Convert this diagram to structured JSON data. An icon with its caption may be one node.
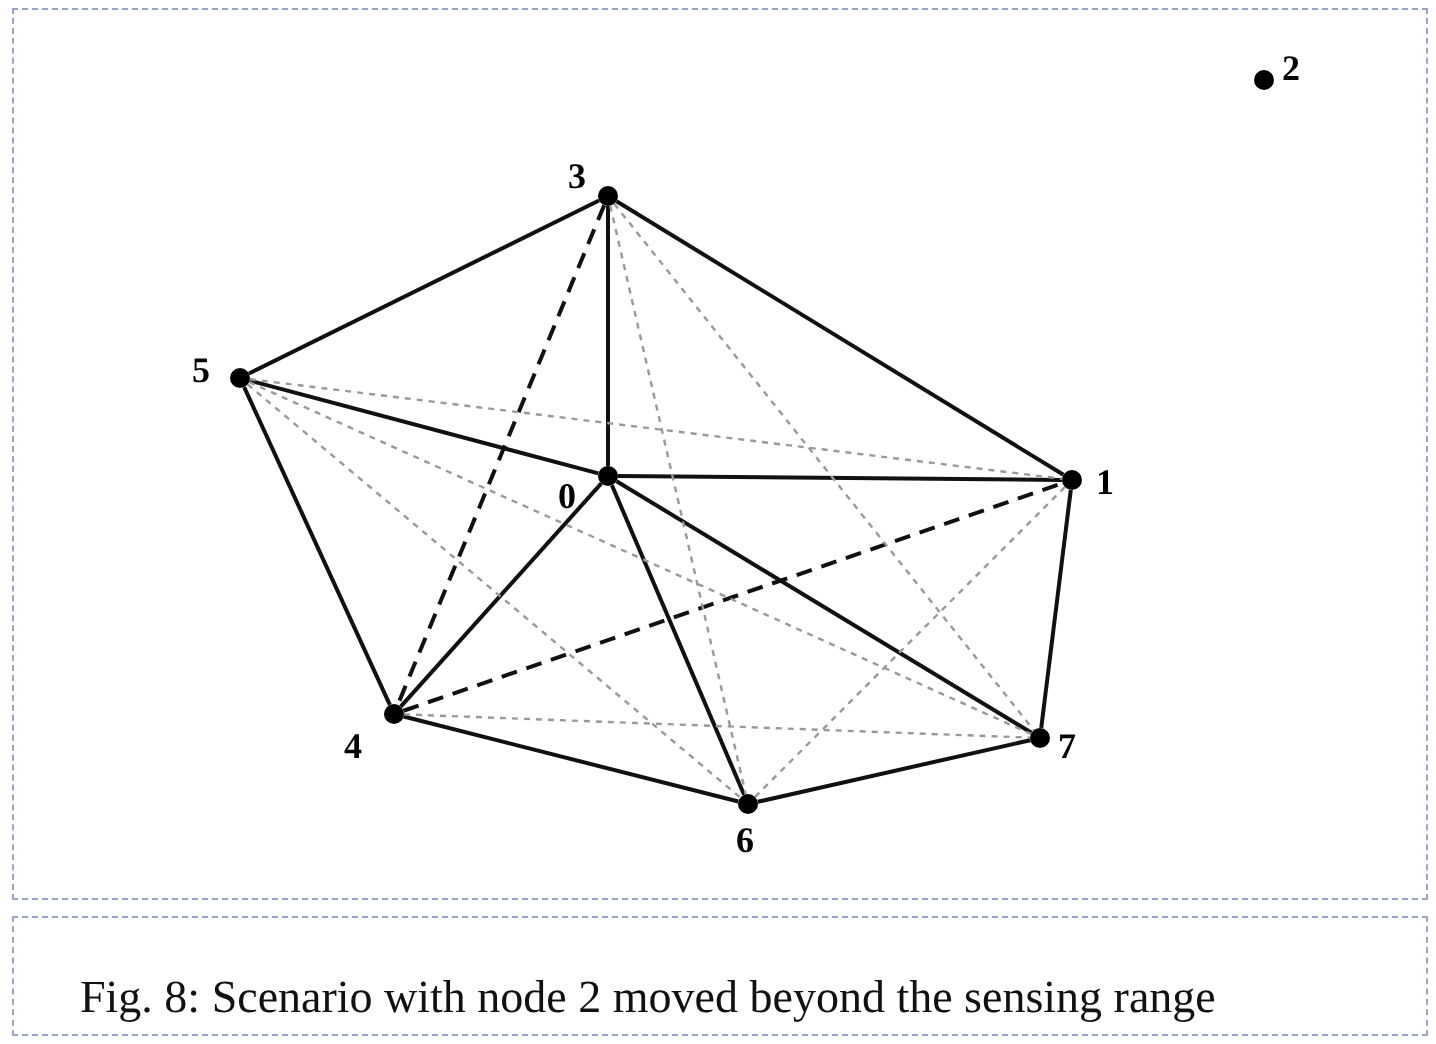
{
  "diagram": {
    "caption": "Fig. 8: Scenario with node 2 moved beyond the sensing range",
    "nodes": [
      {
        "text": [
          "0"
        ]
      },
      {
        "text": [
          "1"
        ]
      },
      {
        "text": [
          "2"
        ]
      },
      {
        "text": [
          "3"
        ]
      },
      {
        "text": [
          "4"
        ]
      },
      {
        "text": [
          "5"
        ]
      },
      {
        "text": [
          "6"
        ]
      },
      {
        "text": [
          "7"
        ]
      }
    ],
    "edges": [
      {
        "from": 3,
        "to": 5,
        "arrow": "none"
      },
      {
        "from": 3,
        "to": 0,
        "arrow": "none"
      },
      {
        "from": 3,
        "to": 1,
        "arrow": "none"
      },
      {
        "from": 5,
        "to": 0,
        "arrow": "none"
      },
      {
        "from": 5,
        "to": 4,
        "arrow": "none"
      },
      {
        "from": 0,
        "to": 1,
        "arrow": "none"
      },
      {
        "from": 0,
        "to": 4,
        "arrow": "none"
      },
      {
        "from": 0,
        "to": 6,
        "arrow": "none"
      },
      {
        "from": 0,
        "to": 7,
        "arrow": "none"
      },
      {
        "from": 1,
        "to": 7,
        "arrow": "none"
      },
      {
        "from": 4,
        "to": 6,
        "arrow": "none"
      },
      {
        "from": 6,
        "to": 7,
        "arrow": "none"
      },
      {
        "from": 3,
        "to": 4,
        "arrow": "none",
        "style": "dashed"
      },
      {
        "from": 4,
        "to": 1,
        "arrow": "none",
        "style": "dashed"
      },
      {
        "from": 5,
        "to": 1,
        "arrow": "none",
        "style": "dashed",
        "color": "#999999"
      },
      {
        "from": 5,
        "to": 7,
        "arrow": "none",
        "style": "dashed",
        "color": "#999999"
      },
      {
        "from": 5,
        "to": 6,
        "arrow": "none",
        "style": "dashed",
        "color": "#999999"
      },
      {
        "from": 3,
        "to": 6,
        "arrow": "none",
        "style": "dashed",
        "color": "#999999"
      },
      {
        "from": 3,
        "to": 7,
        "arrow": "none",
        "style": "dashed",
        "color": "#999999"
      },
      {
        "from": 4,
        "to": 7,
        "arrow": "none",
        "style": "dashed",
        "color": "#999999"
      },
      {
        "from": 6,
        "to": 1,
        "arrow": "none",
        "style": "dashed",
        "color": "#999999"
      }
    ]
  }
}
